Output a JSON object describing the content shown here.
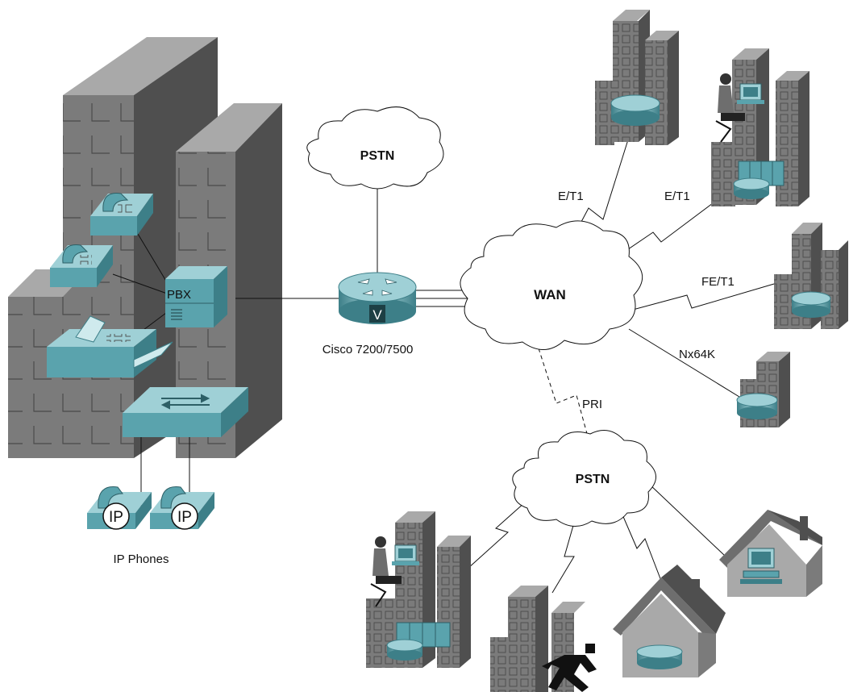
{
  "labels": {
    "pstn_top": "PSTN",
    "wan": "WAN",
    "pstn_bottom": "PSTN",
    "router": "Cisco 7200/7500",
    "router_badge": "V",
    "pbx": "PBX",
    "ip_phones": "IP Phones",
    "ip_badge_1": "IP",
    "ip_badge_2": "IP",
    "link_et1_a": "E/T1",
    "link_et1_b": "E/T1",
    "link_fet1": "FE/T1",
    "link_nx64k": "Nx64K",
    "link_pri": "PRI"
  },
  "colors": {
    "building_front": "#7b7b7b",
    "building_side": "#4f4f4f",
    "building_top": "#a9a9a9",
    "teal": "#5aa3ad",
    "teal_dark": "#3d7f88",
    "teal_light": "#9fd0d6"
  }
}
